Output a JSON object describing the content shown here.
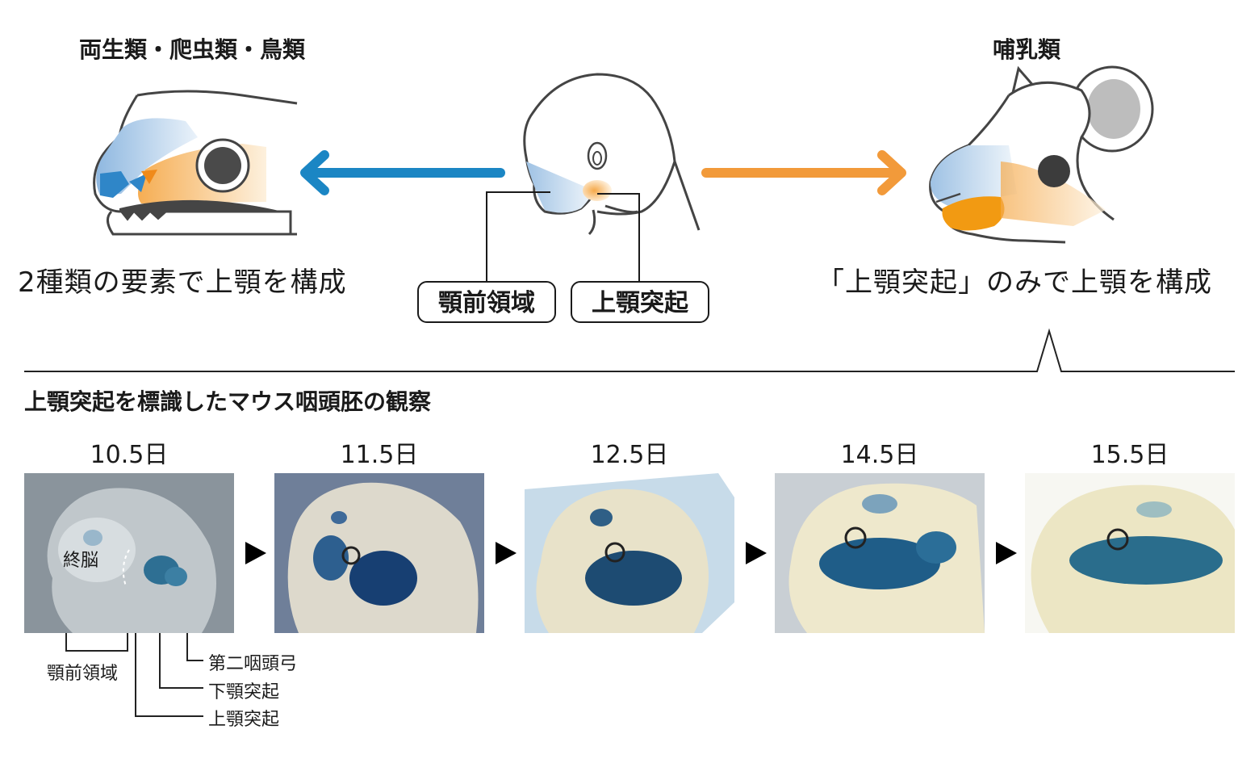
{
  "top": {
    "left_group_label": "両生類・爬虫類・鳥類",
    "right_group_label": "哺乳類",
    "left_caption": "2種類の要素で上顎を構成",
    "right_caption": "「上顎突起」のみで上顎を構成",
    "center_label_premandibular": "顎前領域",
    "center_label_maxillary": "上顎突起"
  },
  "colors": {
    "blue_region": "#a9c8e6",
    "orange_region": "#f7b96a",
    "arrow_left": "#1b86c4",
    "arrow_right": "#f29a3a",
    "outline": "#444444"
  },
  "bottom": {
    "title": "上顎突起を標識したマウス咽頭胚の観察",
    "days": [
      "10.5日",
      "11.5日",
      "12.5日",
      "14.5日",
      "15.5日"
    ],
    "annotations": {
      "forebrain": "終脳",
      "premandibular": "顎前領域",
      "second_arch": "第二咽頭弓",
      "mandibular": "下顎突起",
      "maxillary": "上顎突起"
    }
  }
}
